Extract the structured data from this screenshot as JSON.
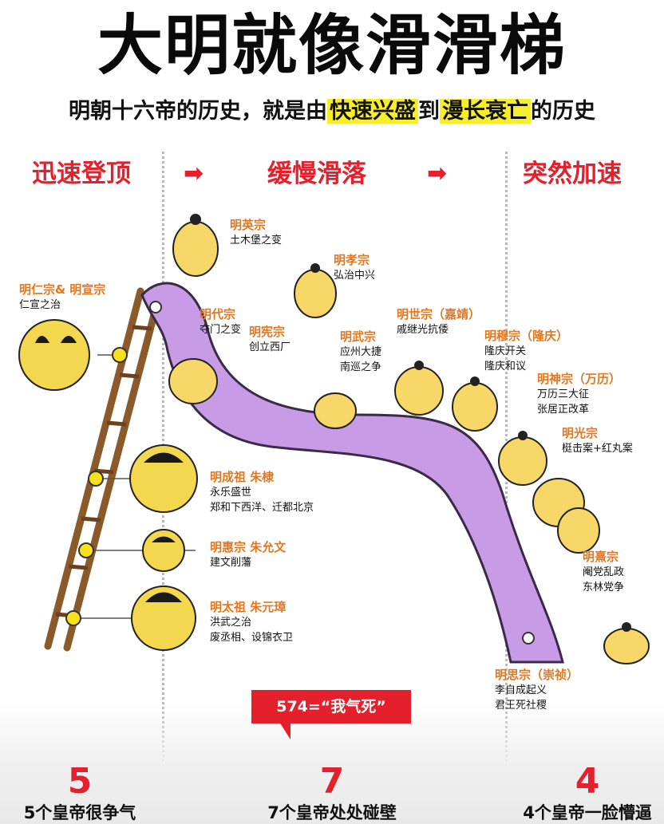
{
  "title": "大明就像滑滑梯",
  "subtitle": {
    "part1": "明朝十六帝的历史，就是由",
    "highlight1": "快速兴盛",
    "part2": "到",
    "highlight2": "漫长衰亡",
    "part3": "的历史"
  },
  "phases": [
    {
      "label": "迅速登顶"
    },
    {
      "label": "缓慢滑落"
    },
    {
      "label": "突然加速"
    }
  ],
  "arrow_glyph": "➡",
  "emperors": [
    {
      "name": "明仁宗& 明宣宗",
      "events": [
        "仁宣之治"
      ]
    },
    {
      "name": "明英宗",
      "events": [
        "土木堡之变"
      ]
    },
    {
      "name": "明孝宗",
      "events": [
        "弘治中兴"
      ]
    },
    {
      "name": "明代宗",
      "events": [
        "夺门之变"
      ]
    },
    {
      "name": "明宪宗",
      "events": [
        "创立西厂"
      ]
    },
    {
      "name": "明武宗",
      "events": [
        "应州大捷",
        "南巡之争"
      ]
    },
    {
      "name": "明世宗（嘉靖）",
      "events": [
        "戚继光抗倭"
      ]
    },
    {
      "name": "明穆宗（隆庆）",
      "events": [
        "隆庆开关",
        "隆庆和议"
      ]
    },
    {
      "name": "明神宗（万历）",
      "events": [
        "万历三大征",
        "张居正改革"
      ]
    },
    {
      "name": "明光宗",
      "events": [
        "梃击案+红丸案"
      ]
    },
    {
      "name": "明成祖 朱棣",
      "events": [
        "永乐盛世",
        "郑和下西洋、迁都北京"
      ]
    },
    {
      "name": "明惠宗 朱允文",
      "events": [
        "建文削藩"
      ]
    },
    {
      "name": "明太祖 朱元璋",
      "events": [
        "洪武之治",
        "废丞相、设锦衣卫"
      ]
    },
    {
      "name": "明熹宗",
      "events": [
        "阉党乱政",
        "东林党争"
      ]
    },
    {
      "name": "明思宗（崇祯）",
      "events": [
        "李自成起义",
        "君王死社稷"
      ]
    }
  ],
  "callout": "574=“我气死”",
  "summary": [
    {
      "count": "5",
      "label": "5个皇帝很争气"
    },
    {
      "count": "7",
      "label": "7个皇帝处处碰壁"
    },
    {
      "count": "4",
      "label": "4个皇帝一脸懵逼"
    }
  ],
  "colors": {
    "accent_red": "#e3202b",
    "name_orange": "#e4761f",
    "highlight_yellow": "#f6ee2a",
    "slide_purple": "#c89be6",
    "character_yellow": "#f7d768"
  }
}
